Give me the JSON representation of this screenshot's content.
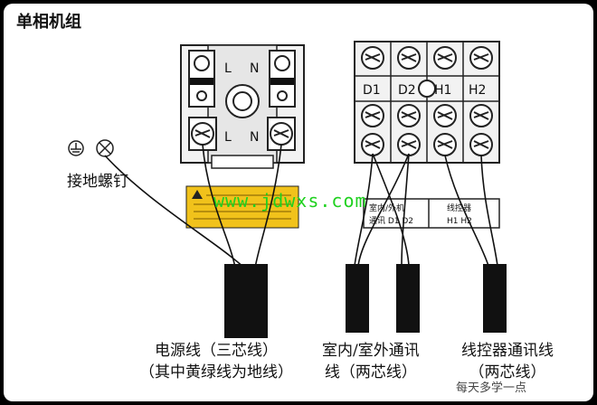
{
  "title": "单相机组",
  "ground": {
    "label": "接地螺钉"
  },
  "power_block": {
    "terminal_top": [
      "L",
      "N"
    ],
    "terminal_bottom": [
      "L",
      "N"
    ]
  },
  "comm_block": {
    "terminals": [
      "D1",
      "D2",
      "H1",
      "H2"
    ]
  },
  "watermark": "www.jdwxs.com",
  "captions": {
    "power": [
      "电源线（三芯线）",
      "（其中黄绿线为地线）"
    ],
    "indoor_outdoor": [
      "室内/室外通讯",
      "线（两芯线）"
    ],
    "controller": [
      "线控器通讯线",
      "（两芯线）"
    ]
  },
  "sticker_text": {
    "indoor_outdoor_title": "室内/外机",
    "indoor_outdoor_terms": "通讯 D1 D2",
    "controller_title": "线控器",
    "controller_terms": "H1 H2"
  },
  "signature": "每天多学一点"
}
